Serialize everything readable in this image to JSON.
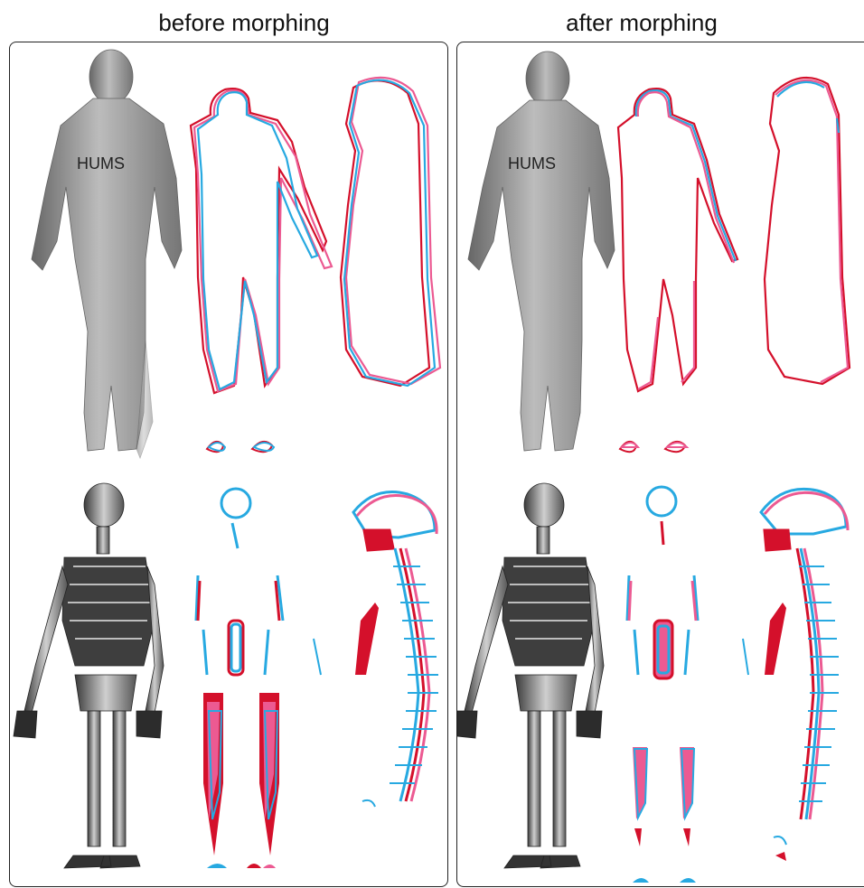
{
  "titles": {
    "before": "before morphing",
    "after": "after morphing"
  },
  "colors": {
    "model_red": "#d4102b",
    "model_pink": "#ec5a92",
    "model_blue": "#27a9e1",
    "mesh_gray": "#8e8e8e",
    "panel_border": "#222222"
  },
  "chest_label": "HUMS"
}
